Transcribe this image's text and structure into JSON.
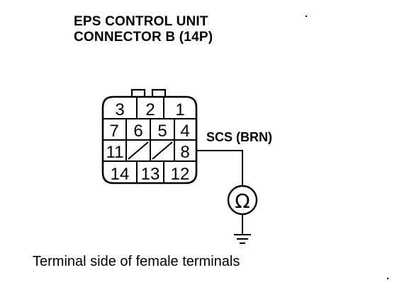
{
  "title": {
    "line1": "EPS CONTROL UNIT",
    "line2": "CONNECTOR B (14P)"
  },
  "signal": {
    "label": "SCS (BRN)",
    "terminal": "8"
  },
  "connector": {
    "rows": [
      [
        "3",
        "2",
        "1"
      ],
      [
        "7",
        "6",
        "5",
        "4"
      ],
      [
        "11",
        "8"
      ],
      [
        "14",
        "13",
        "12"
      ]
    ]
  },
  "meter": {
    "symbol": "Ω"
  },
  "caption": "Terminal side of female terminals"
}
